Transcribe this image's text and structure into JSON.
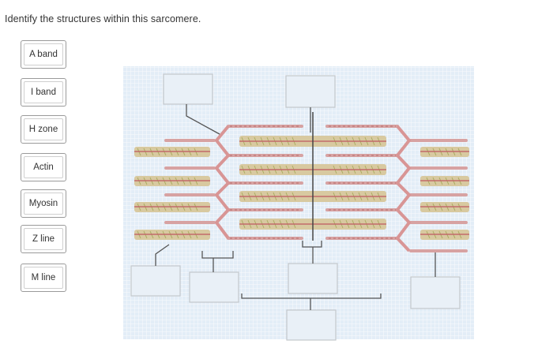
{
  "prompt": "Identify the structures within this sarcomere.",
  "labels": [
    "A band",
    "I band",
    "H zone",
    "Actin",
    "Myosin",
    "Z line",
    "M line"
  ],
  "colors": {
    "grid_bg": "#e3edf7",
    "myosin": "#d8c9a0",
    "myosin_line": "#c26a6a",
    "actin": "#d7a2a2",
    "zline": "#d89595",
    "leader": "#555555",
    "box_border": "#c3c8cc"
  }
}
